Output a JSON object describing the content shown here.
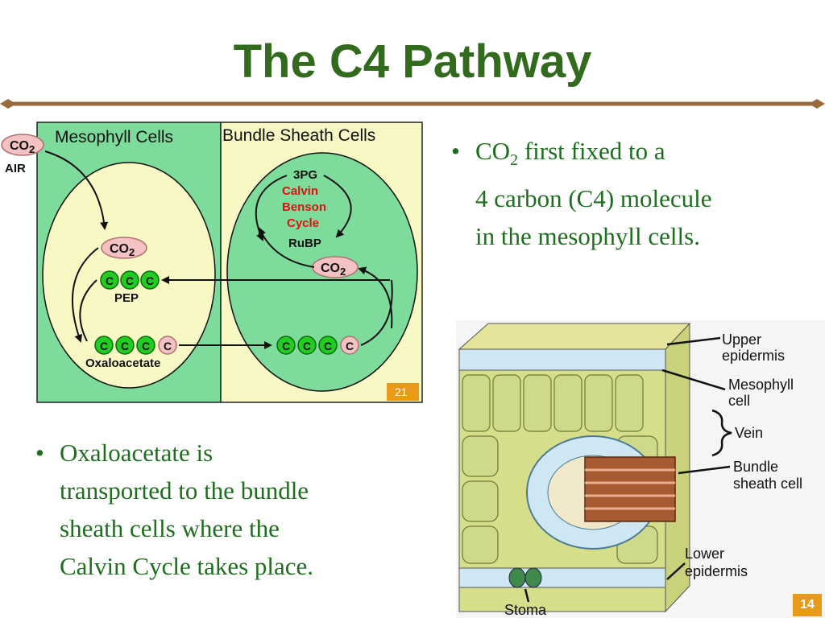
{
  "slide": {
    "title": "The C4 Pathway",
    "page_number": "14",
    "bullet_char": "•"
  },
  "bullets": [
    {
      "pre": "CO",
      "sub": "2",
      "post": " first fixed to a",
      "line2": "4 carbon (C4) molecule",
      "line3": "in the mesophyll cells."
    },
    {
      "lines": [
        "Oxaloacetate is",
        "transported to the bundle",
        "sheath cells where the",
        "Calvin Cycle takes place."
      ]
    }
  ],
  "c4_diagram": {
    "mesophyll_title": "Mesophyll Cells",
    "bundle_title": "Bundle Sheath Cells",
    "air_co2": "CO",
    "sub2": "2",
    "air_label": "AIR",
    "carbon": "C",
    "pep_label": "PEP",
    "oxaloacetate_label": "Oxaloacetate",
    "pg3": "3PG",
    "calvin": "Calvin",
    "benson": "Benson",
    "cycle": "Cycle",
    "rubp": "RuBP",
    "figure_number": "21"
  },
  "leaf_diagram": {
    "labels": {
      "upper1": "Upper",
      "upper2": "epidermis",
      "meso1": "Mesophyll",
      "meso2": "cell",
      "vein": "Vein",
      "bundle1": "Bundle",
      "bundle2": "sheath cell",
      "lower1": "Lower",
      "lower2": "epidermis",
      "stoma": "Stoma"
    }
  },
  "colors": {
    "title": "#336b1e",
    "bullet_text": "#1f6e1f",
    "rule": "#9b6a3c",
    "mesophyll_bg": "#7ddc9b",
    "bundle_bg": "#f8f8c4",
    "carbon_green": "#22cc22",
    "co2_pink": "#f4c2c2",
    "calvin_red": "#dd1111",
    "page_badge": "#e89a1a"
  }
}
